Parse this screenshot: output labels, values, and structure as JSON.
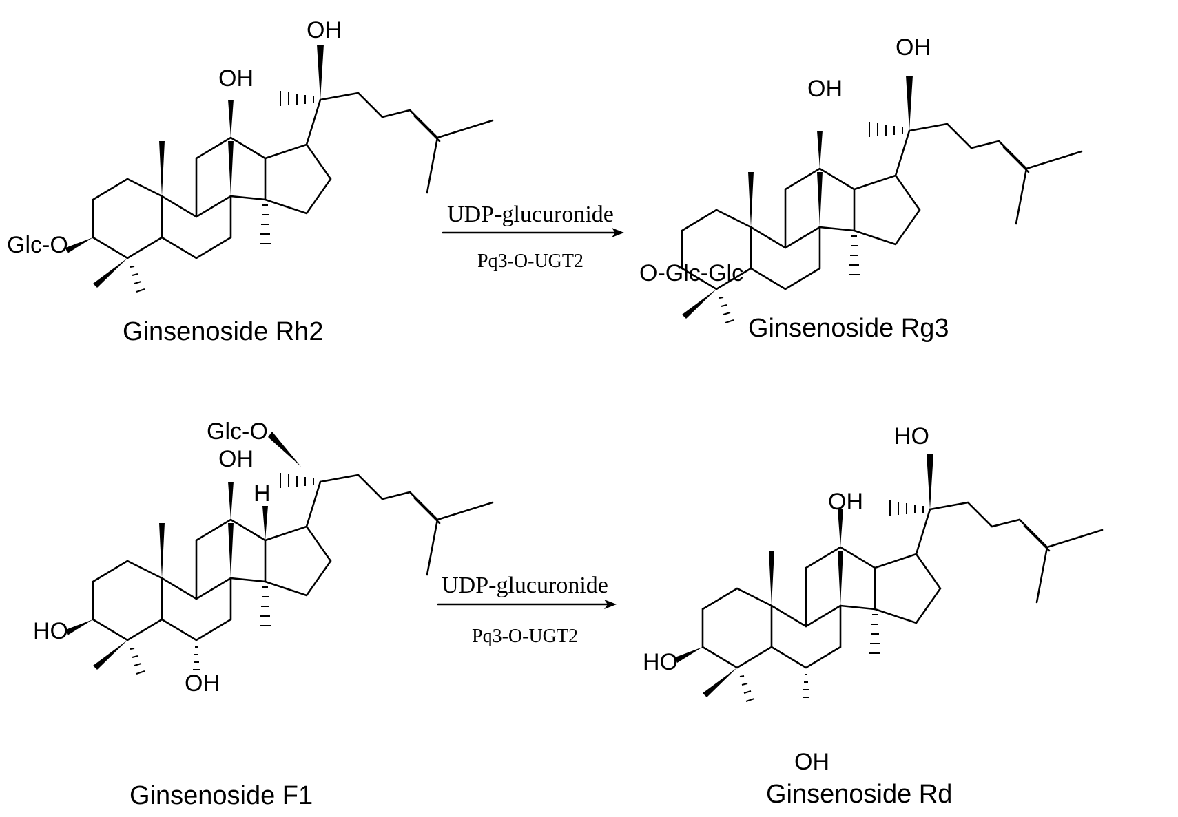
{
  "diagram": {
    "type": "reaction-scheme",
    "reactions": [
      {
        "reactant": {
          "name": "Ginsenoside Rh2",
          "labels": {
            "top_oh": "OH",
            "c12_oh": "OH",
            "c3_sub": "Glc-O"
          }
        },
        "reagent": "UDP-glucuronide",
        "enzyme": "Pq3-O-UGT2",
        "product": {
          "name": "Ginsenoside Rg3",
          "labels": {
            "top_oh": "OH",
            "c12_oh": "OH",
            "c3_sub": "O-Glc-Glc"
          }
        }
      },
      {
        "reactant": {
          "name": "Ginsenoside F1",
          "labels": {
            "top_sub": "Glc-O",
            "c12_oh": "OH",
            "h": "H",
            "c3_oh": "HO",
            "c6_oh": "OH"
          }
        },
        "reagent": "UDP-glucuronide",
        "enzyme": "Pq3-O-UGT2",
        "product": {
          "name": "Ginsenoside Rd",
          "labels": {
            "top_oh": "HO",
            "c12_oh": "OH",
            "c3_oh": "HO",
            "c6_oh": "OH"
          }
        }
      }
    ]
  }
}
